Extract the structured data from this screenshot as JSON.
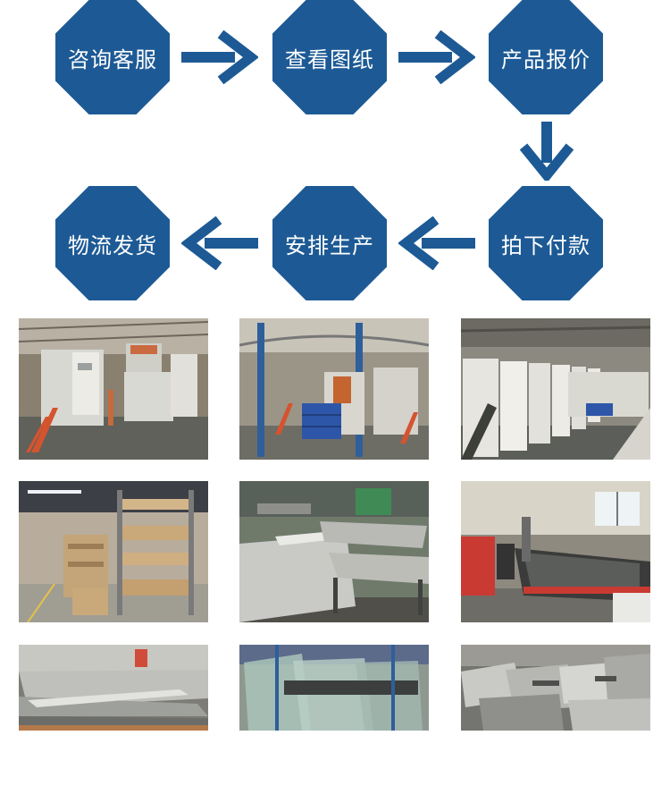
{
  "colors": {
    "accent": "#1d5a95"
  },
  "process": {
    "steps": [
      {
        "label": "咨询客服"
      },
      {
        "label": "查看图纸"
      },
      {
        "label": "产品报价"
      },
      {
        "label": "拍下付款"
      },
      {
        "label": "安排生产"
      },
      {
        "label": "物流发货"
      }
    ]
  },
  "gallery": {
    "photos": [
      {
        "subject": "powder-coating-booths"
      },
      {
        "subject": "coating-line-with-blue-crates"
      },
      {
        "subject": "finished-cabinets-warehouse"
      },
      {
        "subject": "sheet-metal-storage-racks"
      },
      {
        "subject": "metal-panels-on-workbenches"
      },
      {
        "subject": "laser-cutting-machine"
      },
      {
        "subject": "stacked-metal-sheets"
      },
      {
        "subject": "glass-panels-storage"
      },
      {
        "subject": "metal-parts-pile"
      }
    ]
  }
}
